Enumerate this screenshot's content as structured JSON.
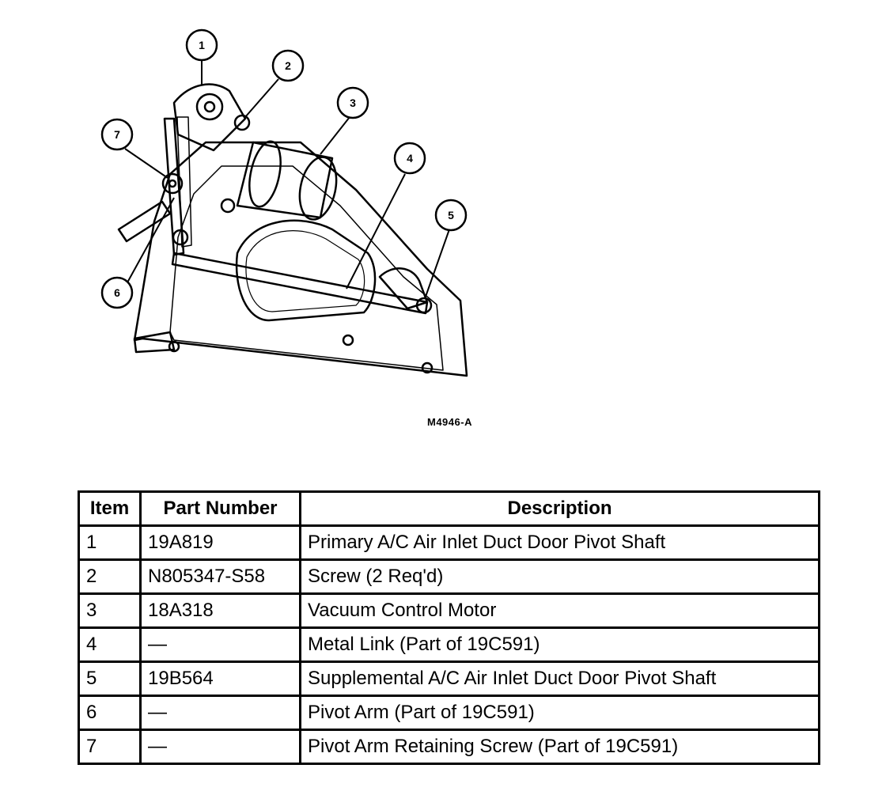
{
  "diagram": {
    "callouts": [
      "1",
      "2",
      "3",
      "4",
      "5",
      "6",
      "7"
    ],
    "figure_id": "M4946-A"
  },
  "table": {
    "headers": [
      "Item",
      "Part Number",
      "Description"
    ],
    "rows": [
      [
        "1",
        "19A819",
        "Primary A/C Air Inlet Duct Door Pivot Shaft"
      ],
      [
        "2",
        "N805347-S58",
        "Screw (2 Req'd)"
      ],
      [
        "3",
        "18A318",
        "Vacuum Control Motor"
      ],
      [
        "4",
        "—",
        "Metal Link (Part of 19C591)"
      ],
      [
        "5",
        "19B564",
        "Supplemental A/C Air Inlet Duct Door Pivot Shaft"
      ],
      [
        "6",
        "—",
        "Pivot Arm (Part of 19C591)"
      ],
      [
        "7",
        "—",
        "Pivot Arm Retaining Screw (Part of 19C591)"
      ]
    ]
  }
}
